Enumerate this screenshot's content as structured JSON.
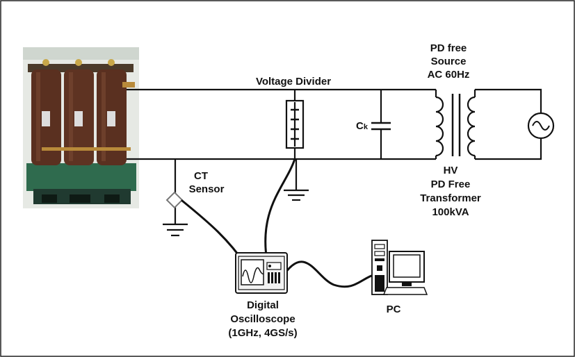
{
  "labels": {
    "voltage_divider": "Voltage Divider",
    "source_line1": "PD free",
    "source_line2": "Source",
    "source_line3": "AC 60Hz",
    "capacitor_main": "C",
    "capacitor_sub": "k",
    "transformer_line1": "HV",
    "transformer_line2": "PD Free",
    "transformer_line3": "Transformer",
    "transformer_line4": "100kVA",
    "ct_line1": "CT",
    "ct_line2": "Sensor",
    "osc_line1": "Digital",
    "osc_line2": "Oscilloscope",
    "osc_line3": "(1GHz, 4GS/s)",
    "pc": "PC"
  },
  "colors": {
    "transformer_body": "#5a3020",
    "frame_green": "#2f6b4e",
    "background": "#ffffff"
  }
}
